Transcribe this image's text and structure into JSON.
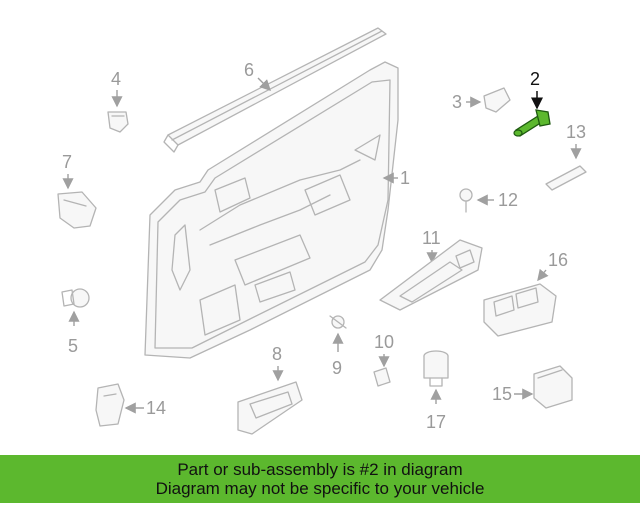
{
  "diagram": {
    "highlight_color": "#5cb82e",
    "labels": {
      "p1": "1",
      "p2": "2",
      "p3": "3",
      "p4": "4",
      "p5": "5",
      "p6": "6",
      "p7": "7",
      "p8": "8",
      "p9": "9",
      "p10": "10",
      "p11": "11",
      "p12": "12",
      "p13": "13",
      "p14": "14",
      "p15": "15",
      "p16": "16",
      "p17": "17"
    },
    "highlighted_part": "2"
  },
  "banner": {
    "line1": "Part or sub-assembly is #2 in diagram",
    "line2": "Diagram may not be specific to your vehicle",
    "background": "#5cb82e"
  }
}
